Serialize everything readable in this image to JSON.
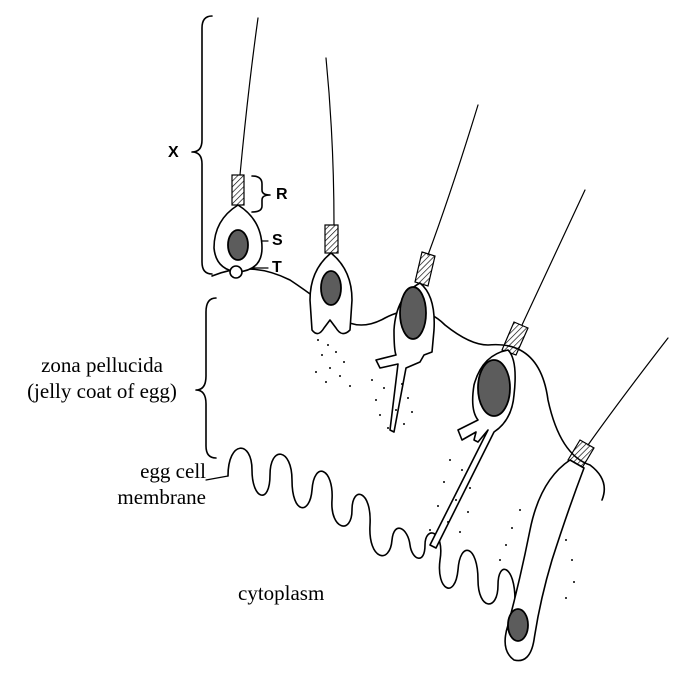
{
  "labels": {
    "x": "X",
    "r": "R",
    "s": "S",
    "t": "T",
    "zona_line1": "zona pellucida",
    "zona_line2": "(jelly coat of egg)",
    "membrane_line1": "egg cell",
    "membrane_line2": "membrane",
    "cytoplasm": "cytoplasm"
  }
}
